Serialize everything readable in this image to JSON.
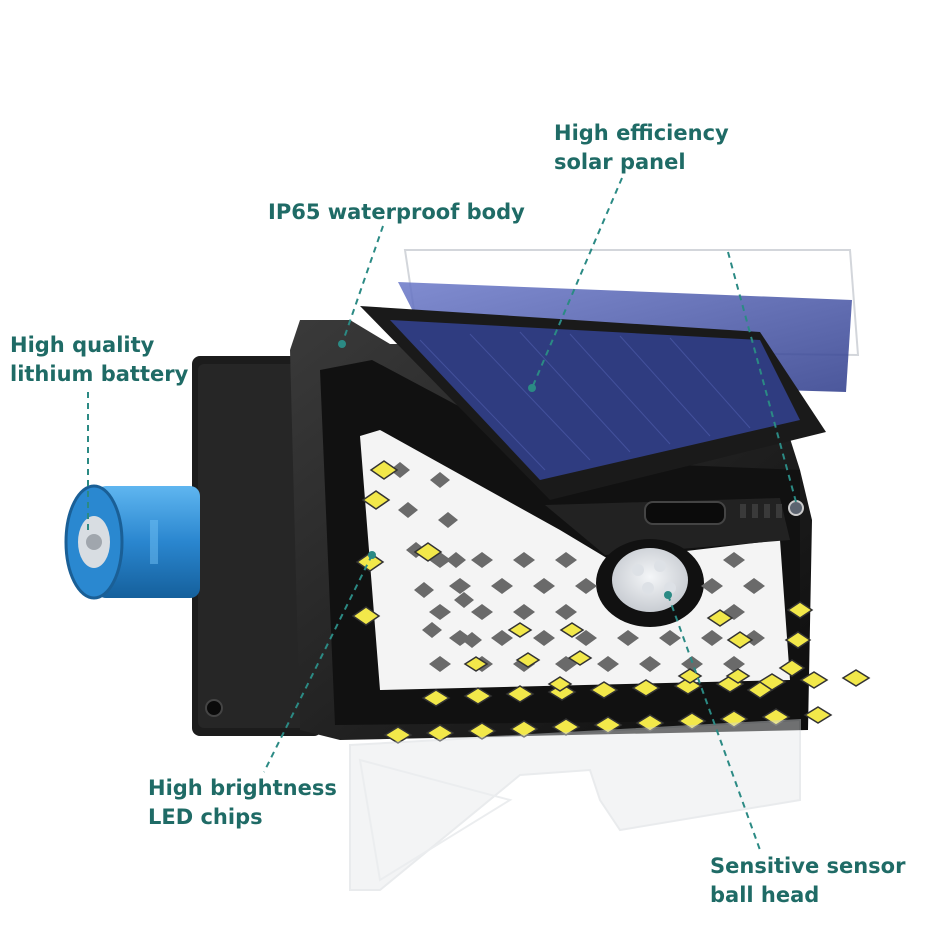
{
  "callouts": {
    "solar_panel": {
      "line1": "High efficiency",
      "line2": "solar panel"
    },
    "waterproof_body": {
      "line1": "IP65 waterproof body"
    },
    "battery": {
      "line1": "High quality",
      "line2": "lithium battery"
    },
    "led_chips": {
      "line1": "High brightness",
      "line2": "LED chips"
    },
    "sensor": {
      "line1": "Sensitive sensor",
      "line2": "ball head"
    }
  },
  "colors": {
    "callout_text": "#1f6b66",
    "leader_line": "#2b8a84",
    "housing": "#141414",
    "solar_panel": "#3a4a9a",
    "battery": "#2f8ed6",
    "led_chip": "#f2e84a"
  }
}
